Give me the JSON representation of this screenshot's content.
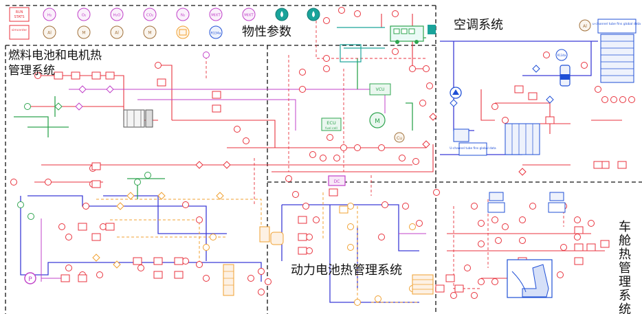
{
  "sections": {
    "properties": "物性参数",
    "fuel_cell_motor": "燃料电池和电机热\n管理系统",
    "ac": "空调系统",
    "battery": "动力电池热管理系统",
    "cabin": "车舱热管理系统"
  },
  "property_icons_row1": [
    "RUN STATS",
    "H₂",
    "O₂",
    "H₂O",
    "CO₂",
    "N₂",
    "MIXT",
    "MIXT"
  ],
  "property_icons_row2": [
    "simcenter",
    "Al",
    "M",
    "Al",
    "M",
    "R134a"
  ],
  "ac_material": "Al",
  "components": {
    "ecu_main": "ECU",
    "ecu_sub": "fuel cell",
    "vcu": "VCU",
    "fan_label": "R134a",
    "u_channel_table_top": "u-channel tube fins global data",
    "u_channel_table_mid": "U-channel tube fins global data",
    "material_cu": "Cu",
    "material_m": "M"
  },
  "colors": {
    "coolant": "#3b3bd6",
    "fluid_red": "#e8323c",
    "signal_orange": "#f0a030",
    "signal_magenta": "#c040c8",
    "fuel_green": "#2ea44f",
    "air_teal": "#1aa39a",
    "ac_blue": "#1f4fd6",
    "signal_red_dashed": "#e8323c"
  }
}
